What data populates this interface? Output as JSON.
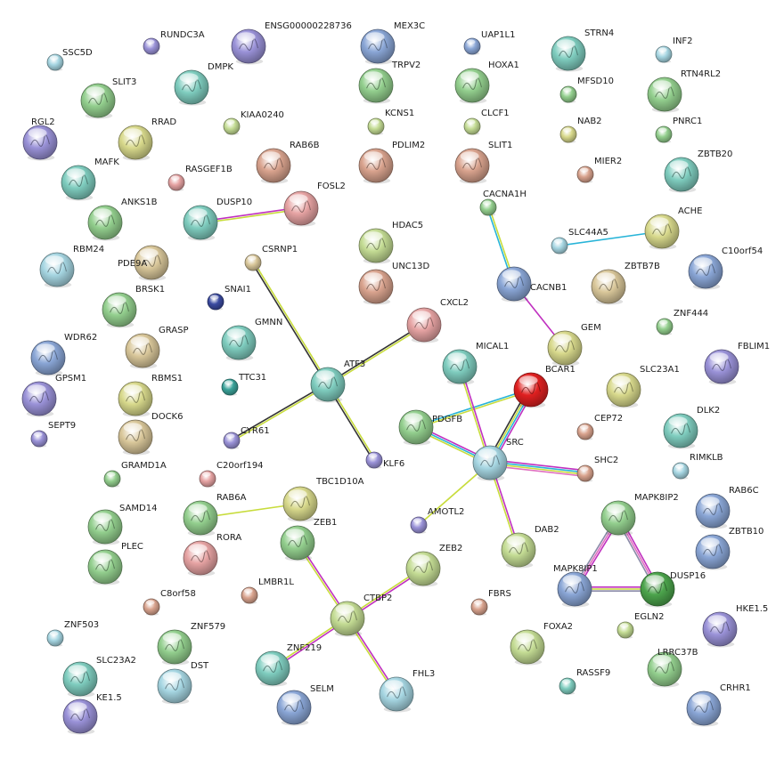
{
  "palette": {
    "blue": "#8aa6d6",
    "purple": "#9a92d8",
    "green": "#93cf8e",
    "lightgreen": "#c4dc94",
    "teal": "#7fcdbf",
    "cyan": "#a6d6e2",
    "tan": "#d9c79a",
    "salmon": "#d9a38e",
    "pink": "#e6a3a3",
    "red": "#e02020",
    "darkgreen": "#4ca44c",
    "navy": "#3a4aa0",
    "olive": "#d8d98c",
    "darkteal": "#3aa39a"
  },
  "edge_colors": {
    "yellow": "#c8dc3c",
    "magenta": "#c030c0",
    "cyan": "#28b4d8",
    "black": "#333333",
    "pink": "#e070c0",
    "gray": "#8a8aa8"
  },
  "nodes": [
    {
      "id": "SSC5D",
      "label": "SSC5D",
      "size": "small",
      "color": "cyan"
    },
    {
      "id": "RUNDC3A",
      "label": "RUNDC3A",
      "size": "small",
      "color": "purple"
    },
    {
      "id": "ENSG",
      "label": "ENSG00000228736",
      "size": "large",
      "color": "purple"
    },
    {
      "id": "MEX3C",
      "label": "MEX3C",
      "size": "large",
      "color": "blue"
    },
    {
      "id": "UAP1L1",
      "label": "UAP1L1",
      "size": "small",
      "color": "blue"
    },
    {
      "id": "STRN4",
      "label": "STRN4",
      "size": "large",
      "color": "teal"
    },
    {
      "id": "INF2",
      "label": "INF2",
      "size": "small",
      "color": "cyan"
    },
    {
      "id": "SLIT3",
      "label": "SLIT3",
      "size": "large",
      "color": "green"
    },
    {
      "id": "DMPK",
      "label": "DMPK",
      "size": "large",
      "color": "teal"
    },
    {
      "id": "TRPV2",
      "label": "TRPV2",
      "size": "large",
      "color": "green"
    },
    {
      "id": "HOXA1",
      "label": "HOXA1",
      "size": "large",
      "color": "green"
    },
    {
      "id": "MFSD10",
      "label": "MFSD10",
      "size": "small",
      "color": "green"
    },
    {
      "id": "RTN4RL2",
      "label": "RTN4RL2",
      "size": "large",
      "color": "green"
    },
    {
      "id": "RGL2",
      "label": "RGL2",
      "size": "large",
      "color": "purple"
    },
    {
      "id": "RRAD",
      "label": "RRAD",
      "size": "large",
      "color": "olive"
    },
    {
      "id": "KIAA0240",
      "label": "KIAA0240",
      "size": "small",
      "color": "lightgreen"
    },
    {
      "id": "KCNS1",
      "label": "KCNS1",
      "size": "small",
      "color": "lightgreen"
    },
    {
      "id": "CLCF1",
      "label": "CLCF1",
      "size": "small",
      "color": "lightgreen"
    },
    {
      "id": "NAB2",
      "label": "NAB2",
      "size": "small",
      "color": "olive"
    },
    {
      "id": "PNRC1",
      "label": "PNRC1",
      "size": "small",
      "color": "green"
    },
    {
      "id": "MAFK",
      "label": "MAFK",
      "size": "large",
      "color": "teal"
    },
    {
      "id": "RAB6B",
      "label": "RAB6B",
      "size": "large",
      "color": "salmon"
    },
    {
      "id": "PDLIM2",
      "label": "PDLIM2",
      "size": "large",
      "color": "salmon"
    },
    {
      "id": "SLIT1",
      "label": "SLIT1",
      "size": "large",
      "color": "salmon"
    },
    {
      "id": "MIER2",
      "label": "MIER2",
      "size": "small",
      "color": "salmon"
    },
    {
      "id": "ZBTB20",
      "label": "ZBTB20",
      "size": "large",
      "color": "teal"
    },
    {
      "id": "RASGEF1B",
      "label": "RASGEF1B",
      "size": "small",
      "color": "pink"
    },
    {
      "id": "FOSL2",
      "label": "FOSL2",
      "size": "large",
      "color": "pink"
    },
    {
      "id": "ANKS1B",
      "label": "ANKS1B",
      "size": "large",
      "color": "green"
    },
    {
      "id": "DUSP10",
      "label": "DUSP10",
      "size": "large",
      "color": "teal"
    },
    {
      "id": "CACNA1H",
      "label": "CACNA1H",
      "size": "small",
      "color": "green"
    },
    {
      "id": "HDAC5",
      "label": "HDAC5",
      "size": "large",
      "color": "lightgreen"
    },
    {
      "id": "SLC44A5",
      "label": "SLC44A5",
      "size": "small",
      "color": "cyan"
    },
    {
      "id": "ACHE",
      "label": "ACHE",
      "size": "large",
      "color": "olive"
    },
    {
      "id": "RBM24",
      "label": "RBM24",
      "size": "large",
      "color": "cyan"
    },
    {
      "id": "PDE9A",
      "label": "PDE9A",
      "size": "large",
      "color": "tan"
    },
    {
      "id": "CSRNP1",
      "label": "CSRNP1",
      "size": "small",
      "color": "tan"
    },
    {
      "id": "C10orf54",
      "label": "C10orf54",
      "size": "large",
      "color": "blue"
    },
    {
      "id": "UNC13D",
      "label": "UNC13D",
      "size": "large",
      "color": "salmon"
    },
    {
      "id": "CACNB1",
      "label": "CACNB1",
      "size": "large",
      "color": "blue"
    },
    {
      "id": "ZBTB7B",
      "label": "ZBTB7B",
      "size": "large",
      "color": "tan"
    },
    {
      "id": "BRSK1",
      "label": "BRSK1",
      "size": "large",
      "color": "green"
    },
    {
      "id": "SNAI1",
      "label": "SNAI1",
      "size": "small",
      "color": "navy"
    },
    {
      "id": "CXCL2",
      "label": "CXCL2",
      "size": "large",
      "color": "pink"
    },
    {
      "id": "GMNN",
      "label": "GMNN",
      "size": "large",
      "color": "teal"
    },
    {
      "id": "ZNF444",
      "label": "ZNF444",
      "size": "small",
      "color": "green"
    },
    {
      "id": "WDR62",
      "label": "WDR62",
      "size": "large",
      "color": "blue"
    },
    {
      "id": "GRASP",
      "label": "GRASP",
      "size": "large",
      "color": "tan"
    },
    {
      "id": "GEM",
      "label": "GEM",
      "size": "large",
      "color": "olive"
    },
    {
      "id": "FBLIM1",
      "label": "FBLIM1",
      "size": "large",
      "color": "purple"
    },
    {
      "id": "ATF3",
      "label": "ATF3",
      "size": "large",
      "color": "teal"
    },
    {
      "id": "MICAL1",
      "label": "MICAL1",
      "size": "large",
      "color": "teal"
    },
    {
      "id": "BCAR1",
      "label": "BCAR1",
      "size": "large",
      "color": "red"
    },
    {
      "id": "GPSM1",
      "label": "GPSM1",
      "size": "large",
      "color": "purple"
    },
    {
      "id": "RBMS1",
      "label": "RBMS1",
      "size": "large",
      "color": "olive"
    },
    {
      "id": "TTC31",
      "label": "TTC31",
      "size": "small",
      "color": "darkteal"
    },
    {
      "id": "SLC23A1",
      "label": "SLC23A1",
      "size": "large",
      "color": "olive"
    },
    {
      "id": "PDGFB",
      "label": "PDGFB",
      "size": "large",
      "color": "green"
    },
    {
      "id": "DOCK6",
      "label": "DOCK6",
      "size": "large",
      "color": "tan"
    },
    {
      "id": "SEPT9",
      "label": "SEPT9",
      "size": "small",
      "color": "purple"
    },
    {
      "id": "CYR61",
      "label": "CYR61",
      "size": "small",
      "color": "purple"
    },
    {
      "id": "CEP72",
      "label": "CEP72",
      "size": "small",
      "color": "salmon"
    },
    {
      "id": "DLK2",
      "label": "DLK2",
      "size": "large",
      "color": "teal"
    },
    {
      "id": "KLF6",
      "label": "KLF6",
      "size": "small",
      "color": "purple"
    },
    {
      "id": "SRC",
      "label": "SRC",
      "size": "large",
      "color": "cyan"
    },
    {
      "id": "SHC2",
      "label": "SHC2",
      "size": "small",
      "color": "salmon"
    },
    {
      "id": "RIMKLB",
      "label": "RIMKLB",
      "size": "small",
      "color": "cyan"
    },
    {
      "id": "GRAMD1A",
      "label": "GRAMD1A",
      "size": "small",
      "color": "green"
    },
    {
      "id": "C20orf194",
      "label": "C20orf194",
      "size": "small",
      "color": "pink"
    },
    {
      "id": "TBC1D10A",
      "label": "TBC1D10A",
      "size": "large",
      "color": "olive"
    },
    {
      "id": "SAMD14",
      "label": "SAMD14",
      "size": "large",
      "color": "green"
    },
    {
      "id": "RAB6A",
      "label": "RAB6A",
      "size": "large",
      "color": "green"
    },
    {
      "id": "AMOTL2",
      "label": "AMOTL2",
      "size": "small",
      "color": "purple"
    },
    {
      "id": "MAPK8IP2",
      "label": "MAPK8IP2",
      "size": "large",
      "color": "green"
    },
    {
      "id": "RAB6C",
      "label": "RAB6C",
      "size": "large",
      "color": "blue"
    },
    {
      "id": "RORA",
      "label": "RORA",
      "size": "large",
      "color": "pink"
    },
    {
      "id": "ZEB1",
      "label": "ZEB1",
      "size": "large",
      "color": "green"
    },
    {
      "id": "PLEC",
      "label": "PLEC",
      "size": "large",
      "color": "green"
    },
    {
      "id": "ZEB2",
      "label": "ZEB2",
      "size": "large",
      "color": "lightgreen"
    },
    {
      "id": "DAB2",
      "label": "DAB2",
      "size": "large",
      "color": "lightgreen"
    },
    {
      "id": "ZBTB10",
      "label": "ZBTB10",
      "size": "large",
      "color": "blue"
    },
    {
      "id": "MAPK8IP1",
      "label": "MAPK8IP1",
      "size": "large",
      "color": "blue"
    },
    {
      "id": "DUSP16",
      "label": "DUSP16",
      "size": "large",
      "color": "darkgreen"
    },
    {
      "id": "C8orf58",
      "label": "C8orf58",
      "size": "small",
      "color": "salmon"
    },
    {
      "id": "LMBR1L",
      "label": "LMBR1L",
      "size": "small",
      "color": "salmon"
    },
    {
      "id": "CTBP2",
      "label": "CTBP2",
      "size": "large",
      "color": "lightgreen"
    },
    {
      "id": "FBRS",
      "label": "FBRS",
      "size": "small",
      "color": "salmon"
    },
    {
      "id": "EGLN2",
      "label": "EGLN2",
      "size": "small",
      "color": "lightgreen"
    },
    {
      "id": "HKE1.5",
      "label": "HKE1.5",
      "size": "large",
      "color": "purple"
    },
    {
      "id": "ZNF503",
      "label": "ZNF503",
      "size": "small",
      "color": "cyan"
    },
    {
      "id": "ZNF579",
      "label": "ZNF579",
      "size": "large",
      "color": "green"
    },
    {
      "id": "FOXA2",
      "label": "FOXA2",
      "size": "large",
      "color": "lightgreen"
    },
    {
      "id": "LRRC37B",
      "label": "LRRC37B",
      "size": "large",
      "color": "green"
    },
    {
      "id": "SLC23A2",
      "label": "SLC23A2",
      "size": "large",
      "color": "teal"
    },
    {
      "id": "ZNF219",
      "label": "ZNF219",
      "size": "large",
      "color": "teal"
    },
    {
      "id": "DST",
      "label": "DST",
      "size": "large",
      "color": "cyan"
    },
    {
      "id": "RASSF9",
      "label": "RASSF9",
      "size": "small",
      "color": "teal"
    },
    {
      "id": "FHL3",
      "label": "FHL3",
      "size": "large",
      "color": "cyan"
    },
    {
      "id": "SELM",
      "label": "SELM",
      "size": "large",
      "color": "blue"
    },
    {
      "id": "KE1.5",
      "label": "KE1.5",
      "size": "large",
      "color": "purple"
    },
    {
      "id": "CRHR1",
      "label": "CRHR1",
      "size": "large",
      "color": "blue"
    }
  ],
  "edges": [
    {
      "from": "DUSP10",
      "to": "FOSL2",
      "colors": [
        "magenta",
        "yellow"
      ]
    },
    {
      "from": "CACNA1H",
      "to": "CACNB1",
      "colors": [
        "yellow",
        "cyan"
      ]
    },
    {
      "from": "SLC44A5",
      "to": "ACHE",
      "colors": [
        "cyan"
      ]
    },
    {
      "from": "CACNB1",
      "to": "GEM",
      "colors": [
        "magenta"
      ]
    },
    {
      "from": "CSRNP1",
      "to": "ATF3",
      "colors": [
        "yellow",
        "black"
      ]
    },
    {
      "from": "CXCL2",
      "to": "ATF3",
      "colors": [
        "yellow",
        "black"
      ]
    },
    {
      "from": "ATF3",
      "to": "KLF6",
      "colors": [
        "yellow",
        "black"
      ]
    },
    {
      "from": "ATF3",
      "to": "CYR61",
      "colors": [
        "yellow",
        "black"
      ]
    },
    {
      "from": "PDGFB",
      "to": "BCAR1",
      "colors": [
        "cyan",
        "yellow"
      ]
    },
    {
      "from": "PDGFB",
      "to": "SRC",
      "colors": [
        "magenta",
        "cyan",
        "yellow"
      ]
    },
    {
      "from": "MICAL1",
      "to": "SRC",
      "colors": [
        "magenta",
        "yellow"
      ]
    },
    {
      "from": "BCAR1",
      "to": "SRC",
      "colors": [
        "magenta",
        "cyan",
        "yellow",
        "black"
      ]
    },
    {
      "from": "SRC",
      "to": "SHC2",
      "colors": [
        "magenta",
        "cyan",
        "yellow",
        "pink"
      ]
    },
    {
      "from": "SRC",
      "to": "AMOTL2",
      "colors": [
        "yellow"
      ]
    },
    {
      "from": "SRC",
      "to": "DAB2",
      "colors": [
        "magenta",
        "yellow"
      ]
    },
    {
      "from": "RAB6A",
      "to": "TBC1D10A",
      "colors": [
        "yellow"
      ]
    },
    {
      "from": "ZEB1",
      "to": "CTBP2",
      "colors": [
        "magenta",
        "yellow"
      ]
    },
    {
      "from": "ZEB2",
      "to": "CTBP2",
      "colors": [
        "magenta",
        "yellow"
      ]
    },
    {
      "from": "CTBP2",
      "to": "ZNF219",
      "colors": [
        "magenta",
        "yellow"
      ]
    },
    {
      "from": "CTBP2",
      "to": "FHL3",
      "colors": [
        "magenta",
        "yellow"
      ]
    },
    {
      "from": "MAPK8IP2",
      "to": "MAPK8IP1",
      "colors": [
        "magenta",
        "pink",
        "gray"
      ]
    },
    {
      "from": "MAPK8IP2",
      "to": "DUSP16",
      "colors": [
        "magenta",
        "pink",
        "gray"
      ]
    },
    {
      "from": "MAPK8IP1",
      "to": "DUSP16",
      "colors": [
        "magenta",
        "yellow",
        "gray"
      ]
    }
  ]
}
